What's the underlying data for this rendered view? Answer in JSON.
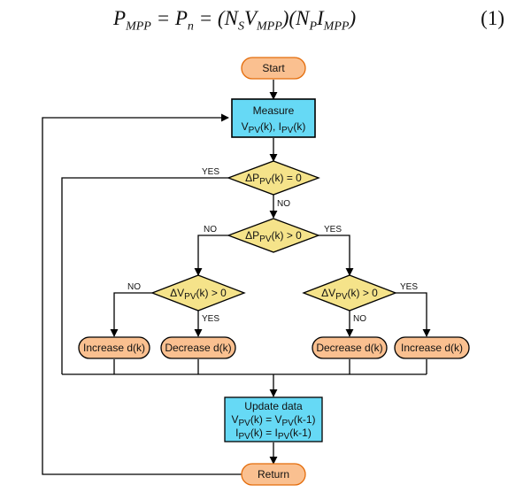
{
  "equation": {
    "lhs": "P",
    "lhs_sub": "MPP",
    "eq1": " = P",
    "pn_sub": "n",
    "mid1": " = (N",
    "ns_sub": "S",
    "mid2": "V",
    "vmpp_sub": "MPP",
    "mid3": ")(N",
    "np_sub": "P",
    "mid4": "I",
    "impp_sub": "MPP",
    "end": ")",
    "number": "(1)"
  },
  "flow": {
    "start": "Start",
    "measure": {
      "line1": "Measure",
      "v": "V",
      "v_sub": "PV",
      "v_rest": "(k), I",
      "i_sub": "PV",
      "i_rest": "(k)"
    },
    "dec1": {
      "pre": "ΔP",
      "sub": "PV",
      "post": "(k) = 0"
    },
    "dec2": {
      "pre": "ΔP",
      "sub": "PV",
      "post": "(k) > 0"
    },
    "dec3": {
      "pre": "ΔV",
      "sub": "PV",
      "post": "(k) > 0"
    },
    "dec4": {
      "pre": "ΔV",
      "sub": "PV",
      "post": "(k) > 0"
    },
    "box_inc_left": "Increase d(k)",
    "box_dec_left": "Decrease d(k)",
    "box_dec_right": "Decrease d(k)",
    "box_inc_right": "Increase d(k)",
    "update": {
      "line1": "Update data",
      "l2_a": "V",
      "l2_sub1": "PV",
      "l2_b": "(k) = V",
      "l2_sub2": "PV",
      "l2_c": "(k-1)",
      "l3_a": "I",
      "l3_sub1": "PV",
      "l3_b": "(k) = I",
      "l3_sub2": "PV",
      "l3_c": "(k-1)"
    },
    "return": "Return",
    "labels": {
      "yes1": "YES",
      "no1": "NO",
      "no2": "NO",
      "yes2": "YES",
      "no3": "NO",
      "yes3": "YES",
      "yes4": "YES",
      "no4": "NO"
    }
  },
  "colors": {
    "terminal": "#FAC090",
    "process": "#66D9F5",
    "decision": "#F5E38A",
    "action": "#FAC090",
    "line": "#000000"
  }
}
